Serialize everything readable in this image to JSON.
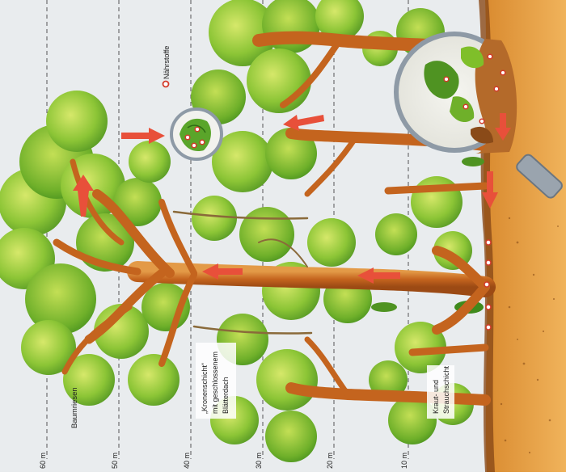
{
  "heights": {
    "h60": "60 m",
    "h50": "50 m",
    "h40": "40 m",
    "h30": "30 m",
    "h20": "20 m",
    "h10": "10 m"
  },
  "labels": {
    "baumriesen": "Baumriesen",
    "kronen_line1": "„Kronenschicht“",
    "kronen_line2": "mit geschlossenem",
    "kronen_line3": "Blätterdach",
    "kraut_line1": "Kraut- und",
    "kraut_line2": "Strauchschicht"
  },
  "legend": {
    "naehrstoffe": "Nährstoffe"
  },
  "colors": {
    "sky": "#e9ecee",
    "soil": "#e7a145",
    "soil_dark": "#b8691c",
    "trunk": "#c4641e",
    "trunk_light": "#e0913e",
    "leaf_dark": "#3f8a1c",
    "leaf": "#7fbf2a",
    "leaf_light": "#c9e05a",
    "arrow": "#e8503a",
    "nutrient_ring": "#d33a2a"
  }
}
